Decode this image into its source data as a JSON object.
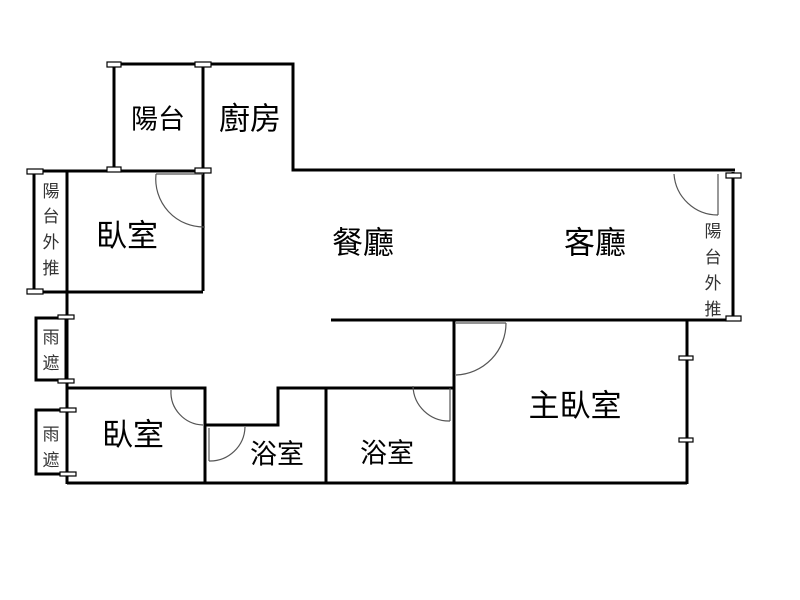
{
  "rooms": {
    "balcony": "陽台",
    "kitchen": "廚房",
    "bedroom_top": "臥室",
    "dining": "餐廳",
    "living": "客廳",
    "master_bedroom": "主臥室",
    "bedroom_bottom": "臥室",
    "bathroom_1": "浴室",
    "bathroom_2": "浴室"
  },
  "side_labels": {
    "left_balcony_ext": [
      "陽",
      "台",
      "外",
      "推"
    ],
    "right_balcony_ext": [
      "陽",
      "台",
      "外",
      "推"
    ],
    "canopy_1": [
      "雨",
      "遮"
    ],
    "canopy_2": [
      "雨",
      "遮"
    ]
  }
}
